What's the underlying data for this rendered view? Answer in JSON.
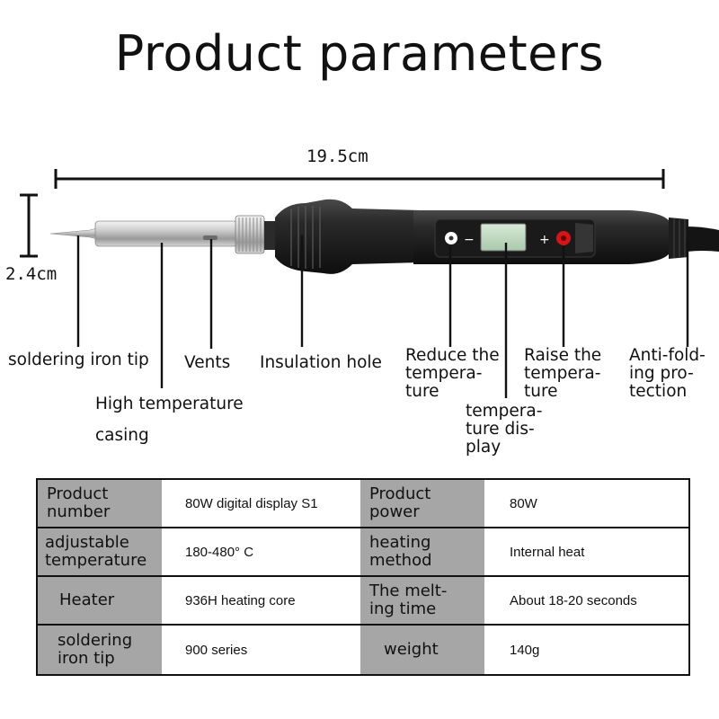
{
  "title": "Product parameters",
  "dimensions": {
    "length": "19.5cm",
    "diameter": "2.4cm"
  },
  "callouts": {
    "tip": "soldering iron tip",
    "casing_1": "High temperature",
    "casing_2": "casing",
    "vents": "Vents",
    "insulation": "Insulation hole",
    "reduce_1": "Reduce the",
    "reduce_2": "tempera-",
    "reduce_3": "ture",
    "display_1": "tempera-",
    "display_2": "ture dis-",
    "display_3": "play",
    "raise_1": "Raise the",
    "raise_2": "tempera-",
    "raise_3": "ture",
    "anti_1": "Anti-fold-",
    "anti_2": "ing pro-",
    "anti_3": "tection"
  },
  "device_buttons": {
    "minus": "−",
    "plus": "+"
  },
  "specs": {
    "rows": [
      {
        "h1a": "Product",
        "h1b": "number",
        "v1": "80W digital display S1",
        "h2a": "Product",
        "h2b": "power",
        "v2": "80W"
      },
      {
        "h1a": "adjustable",
        "h1b": "temperature",
        "v1": "180-480° C",
        "h2a": "heating",
        "h2b": "method",
        "v2": "Internal heat"
      },
      {
        "h1a": "Heater",
        "h1b": "",
        "v1": "936H heating core",
        "h2a": "The melt-",
        "h2b": "ing time",
        "v2": "About 18-20 seconds"
      },
      {
        "h1a": "soldering",
        "h1b": "iron tip",
        "v1": "900 series",
        "h2a": "weight",
        "h2b": "",
        "v2": "140g"
      }
    ]
  },
  "colors": {
    "header_bg": "#a6a6a6",
    "handle": "#1c1c1c",
    "raise_button": "#d41515"
  }
}
